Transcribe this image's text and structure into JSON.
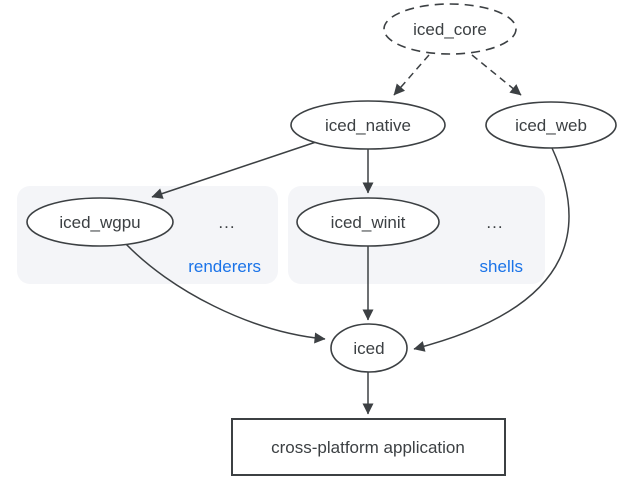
{
  "colors": {
    "stroke": "#3c4043",
    "text": "#3c4043",
    "accent": "#1a73e8",
    "groupbg": "#f4f5f8",
    "nodefill": "#ffffff",
    "background": "#ffffff"
  },
  "nodes": {
    "iced_core": {
      "label": "iced_core",
      "shape": "dashed-ellipse"
    },
    "iced_native": {
      "label": "iced_native",
      "shape": "ellipse"
    },
    "iced_web": {
      "label": "iced_web",
      "shape": "ellipse"
    },
    "iced_wgpu": {
      "label": "iced_wgpu",
      "shape": "ellipse"
    },
    "iced_winit": {
      "label": "iced_winit",
      "shape": "ellipse"
    },
    "iced": {
      "label": "iced",
      "shape": "ellipse"
    },
    "application": {
      "label": "cross-platform application",
      "shape": "rectangle"
    }
  },
  "groups": {
    "renderers": {
      "label": "renderers",
      "more": "...",
      "contains": [
        "iced_wgpu"
      ]
    },
    "shells": {
      "label": "shells",
      "more": "...",
      "contains": [
        "iced_winit"
      ]
    }
  },
  "edges": [
    {
      "from": "iced_core",
      "to": "iced_native",
      "style": "dashed"
    },
    {
      "from": "iced_core",
      "to": "iced_web",
      "style": "dashed"
    },
    {
      "from": "iced_native",
      "to": "iced_wgpu",
      "style": "solid"
    },
    {
      "from": "iced_native",
      "to": "iced_winit",
      "style": "solid"
    },
    {
      "from": "iced_wgpu",
      "to": "iced",
      "style": "solid"
    },
    {
      "from": "iced_winit",
      "to": "iced",
      "style": "solid"
    },
    {
      "from": "iced_web",
      "to": "iced",
      "style": "solid"
    },
    {
      "from": "iced",
      "to": "application",
      "style": "solid"
    }
  ]
}
